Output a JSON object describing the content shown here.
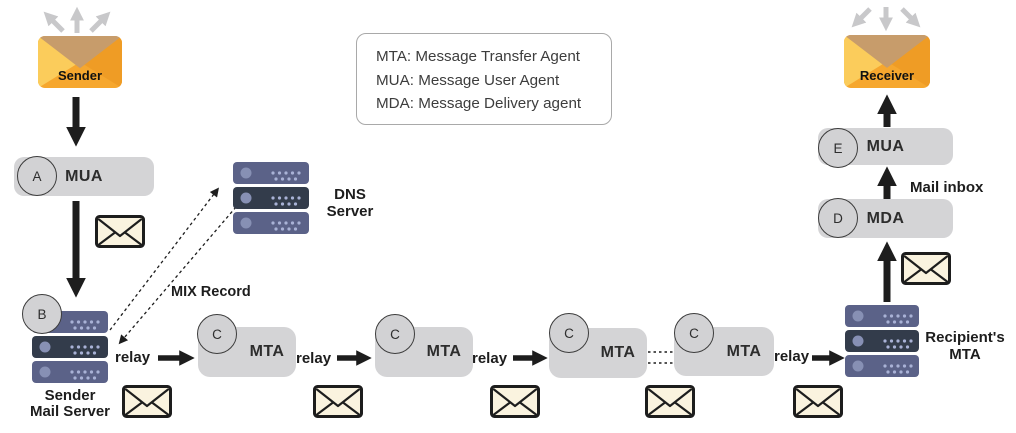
{
  "legend": {
    "lines": [
      "MTA: Message Transfer Agent",
      "MUA: Message User Agent",
      "MDA: Message Delivery agent"
    ]
  },
  "endpoints": {
    "sender": "Sender",
    "receiver": "Receiver"
  },
  "nodes": {
    "mua_a": {
      "letter": "A",
      "label": "MUA"
    },
    "server_b": {
      "letter": "B",
      "line1": "Sender",
      "line2": "Mail Server"
    },
    "dns": {
      "line1": "DNS",
      "line2": "Server"
    },
    "mta": {
      "letter": "C",
      "label": "MTA"
    },
    "recipient_mta": {
      "line1": "Recipient's",
      "line2": "MTA"
    },
    "mda_d": {
      "letter": "D",
      "label": "MDA"
    },
    "mua_e": {
      "letter": "E",
      "label": "MUA"
    }
  },
  "labels": {
    "relay": "relay",
    "mix_record": "MIX Record",
    "mail_inbox": "Mail inbox"
  },
  "colors": {
    "envelope-body": "#F6A72E",
    "envelope-flap": "#C79C6B",
    "envelope-left": "#FBCC5B",
    "envelope-right": "#EF9C25",
    "pill-gray": "#D4D4D6",
    "badge-gray": "#D2D2D4",
    "server-blue": "#5B6288",
    "server-dark": "#333C4B",
    "server-led": "#8790B4",
    "server-dot": "#A9B2D6",
    "mail-cream": "#FAF3DF",
    "arrow-black": "#1D1D1D",
    "arrow-gray": "#C8C8CA"
  }
}
